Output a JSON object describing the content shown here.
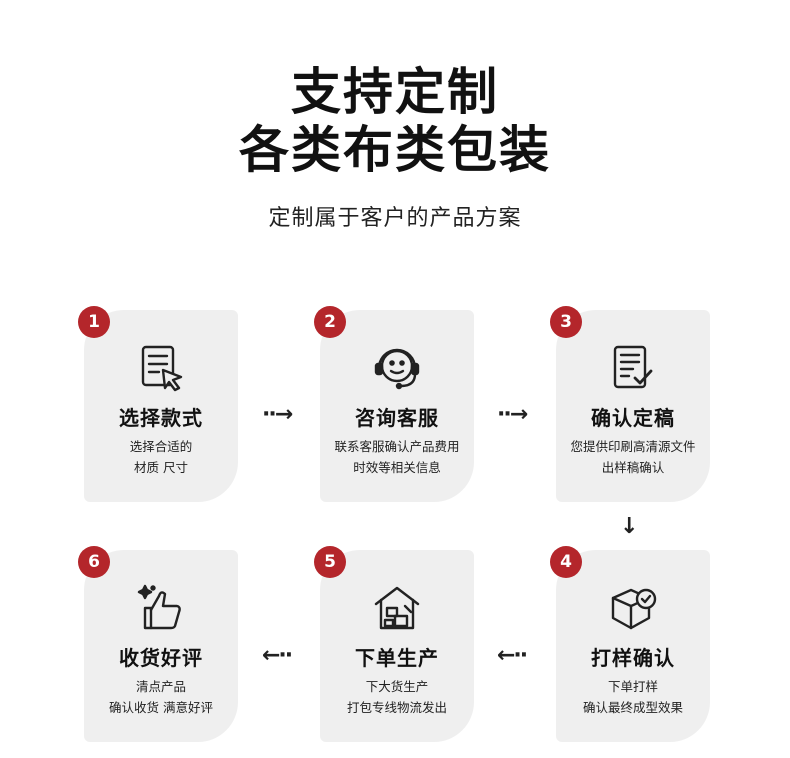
{
  "header": {
    "title_line1": "支持定制",
    "title_line2": "各类布类包装",
    "subtitle": "定制属于客户的产品方案"
  },
  "steps": [
    {
      "number": "1",
      "title": "选择款式",
      "desc_line1": "选择合适的",
      "desc_line2": "材质 尺寸",
      "icon": "document-cursor-icon"
    },
    {
      "number": "2",
      "title": "咨询客服",
      "desc_line1": "联系客服确认产品费用",
      "desc_line2": "时效等相关信息",
      "icon": "headset-icon"
    },
    {
      "number": "3",
      "title": "确认定稿",
      "desc_line1": "您提供印刷高清源文件",
      "desc_line2": "出样稿确认",
      "icon": "document-check-icon"
    },
    {
      "number": "4",
      "title": "打样确认",
      "desc_line1": "下单打样",
      "desc_line2": "确认最终成型效果",
      "icon": "box-check-icon"
    },
    {
      "number": "5",
      "title": "下单生产",
      "desc_line1": "下大货生产",
      "desc_line2": "打包专线物流发出",
      "icon": "factory-icon"
    },
    {
      "number": "6",
      "title": "收货好评",
      "desc_line1": "清点产品",
      "desc_line2": "确认收货 满意好评",
      "icon": "thumbs-up-icon"
    }
  ],
  "arrows": {
    "right": "··→",
    "left": "←··",
    "down": "↓"
  },
  "colors": {
    "badge": "#b4262b",
    "card": "#efefef"
  }
}
